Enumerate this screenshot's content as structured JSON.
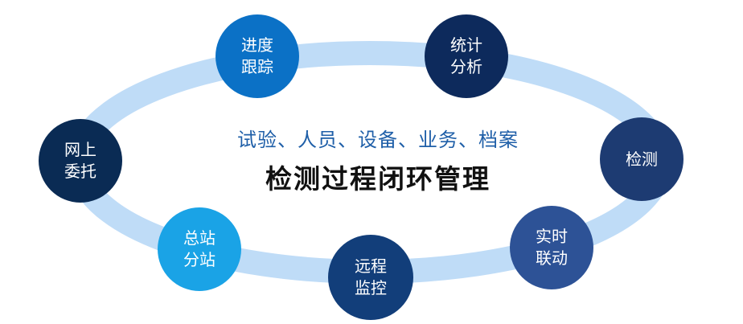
{
  "center": {
    "subtitle": "试验、人员、设备、业务、档案",
    "title": "检测过程闭环管理"
  },
  "nodes": [
    {
      "id": "progress",
      "line1": "进度",
      "line2": "跟踪"
    },
    {
      "id": "stats",
      "line1": "统计",
      "line2": "分析"
    },
    {
      "id": "entrust",
      "line1": "网上",
      "line2": "委托"
    },
    {
      "id": "detect",
      "line1": "检测",
      "line2": ""
    },
    {
      "id": "station",
      "line1": "总站",
      "line2": "分站"
    },
    {
      "id": "remote",
      "line1": "远程",
      "line2": "监控"
    },
    {
      "id": "link",
      "line1": "实时",
      "line2": "联动"
    }
  ],
  "colors": {
    "ring": "#bfdcf7",
    "subtitle": "#1f5fa8",
    "title": "#111111",
    "progress": "#0b71c6",
    "stats": "#0d2a5c",
    "entrust": "#0a2b54",
    "detect": "#1d3b72",
    "station": "#1aa3e6",
    "remote": "#123e7a",
    "link": "#2d5296"
  }
}
